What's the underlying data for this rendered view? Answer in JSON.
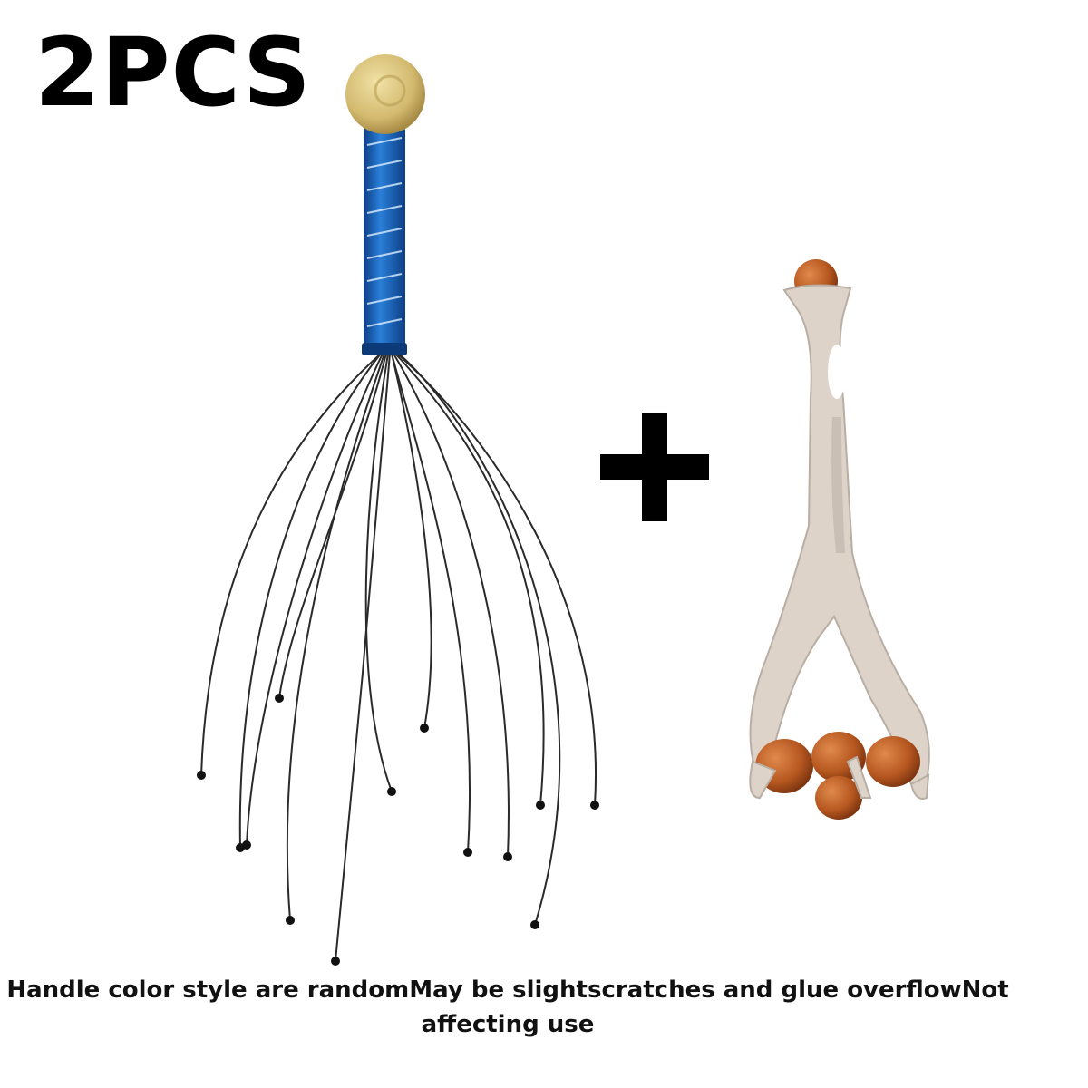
{
  "title": "2PCS",
  "caption": "Handle color style are randomMay be slightscratches and glue overflowNot affecting use",
  "plus_sign": "+",
  "products": [
    {
      "name": "scalp-massager",
      "handle_color": "#1a5fb4",
      "knob_color": "#d8c07a",
      "wire_color": "#222222"
    },
    {
      "name": "roller-massager",
      "frame_color": "#ddd3c8",
      "ball_color": "#b5561f"
    }
  ]
}
